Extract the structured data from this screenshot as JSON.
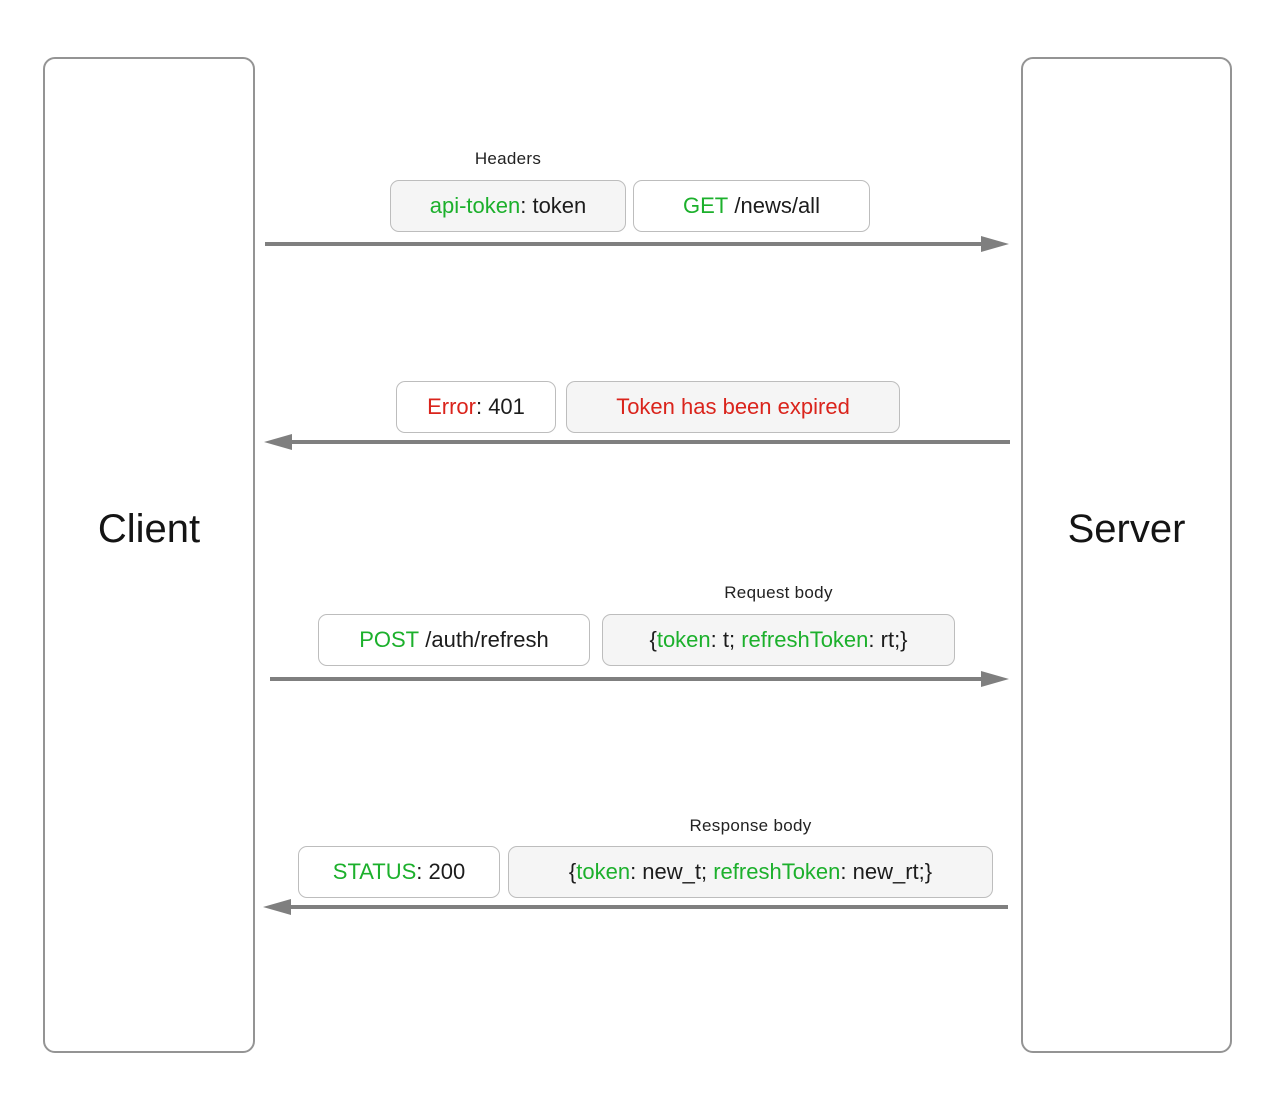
{
  "colors": {
    "green": "#1cb02c",
    "red": "#da241c",
    "arrow": "#7f7f7f",
    "pill_border": "#bdbdbd",
    "pill_gray_fill": "#f5f5f5",
    "lifeline_border": "#949494",
    "text": "#1c1c1c"
  },
  "actors": {
    "client": "Client",
    "server": "Server"
  },
  "messages": [
    {
      "name": "get-news-request",
      "direction": "right",
      "label": "Headers",
      "boxes": [
        {
          "fill": "gray",
          "segments": [
            {
              "text": "api-token",
              "color": "green"
            },
            {
              "text": ": token",
              "color": "black"
            }
          ]
        },
        {
          "fill": "white",
          "segments": [
            {
              "text": "GET",
              "color": "green"
            },
            {
              "text": " /news/all",
              "color": "black"
            }
          ]
        }
      ]
    },
    {
      "name": "error-401-response",
      "direction": "left",
      "label": "",
      "boxes": [
        {
          "fill": "white",
          "segments": [
            {
              "text": "Error",
              "color": "red"
            },
            {
              "text": ": 401",
              "color": "black"
            }
          ]
        },
        {
          "fill": "gray",
          "segments": [
            {
              "text": "Token has been expired",
              "color": "red"
            }
          ]
        }
      ]
    },
    {
      "name": "refresh-token-request",
      "direction": "right",
      "label": "Request body",
      "boxes": [
        {
          "fill": "white",
          "segments": [
            {
              "text": "POST",
              "color": "green"
            },
            {
              "text": " /auth/refresh",
              "color": "black"
            }
          ]
        },
        {
          "fill": "gray",
          "segments": [
            {
              "text": "{",
              "color": "black"
            },
            {
              "text": "token",
              "color": "green"
            },
            {
              "text": ": t; ",
              "color": "black"
            },
            {
              "text": "refreshToken",
              "color": "green"
            },
            {
              "text": ": rt;}",
              "color": "black"
            }
          ]
        }
      ]
    },
    {
      "name": "refresh-token-response",
      "direction": "left",
      "label": "Response body",
      "boxes": [
        {
          "fill": "white",
          "segments": [
            {
              "text": "STATUS",
              "color": "green"
            },
            {
              "text": ": 200",
              "color": "black"
            }
          ]
        },
        {
          "fill": "gray",
          "segments": [
            {
              "text": "{",
              "color": "black"
            },
            {
              "text": "token",
              "color": "green"
            },
            {
              "text": ": new_t; ",
              "color": "black"
            },
            {
              "text": "refreshToken",
              "color": "green"
            },
            {
              "text": ": new_rt;}",
              "color": "black"
            }
          ]
        }
      ]
    }
  ]
}
